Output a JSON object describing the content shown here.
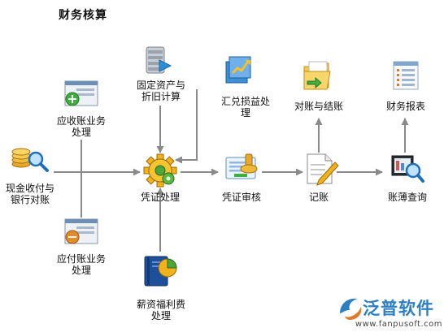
{
  "diagram": {
    "title": "财务核算",
    "nodes": {
      "fixed_assets": "固定资产与\n折旧计算",
      "exchange": "汇兑损益处\n理",
      "reconcile": "对账与结账",
      "reports": "财务报表",
      "receivable": "应收账业务\n处理",
      "cash": "现金收付与\n银行对账",
      "voucher": "凭证处理",
      "audit": "凭证审核",
      "posting": "记账",
      "ledger": "账薄查询",
      "payable": "应付账业务\n处理",
      "payroll": "薪资福利费\n处理"
    }
  },
  "brand": {
    "name": "泛普软件",
    "url": "www.fanpusoft.com"
  }
}
